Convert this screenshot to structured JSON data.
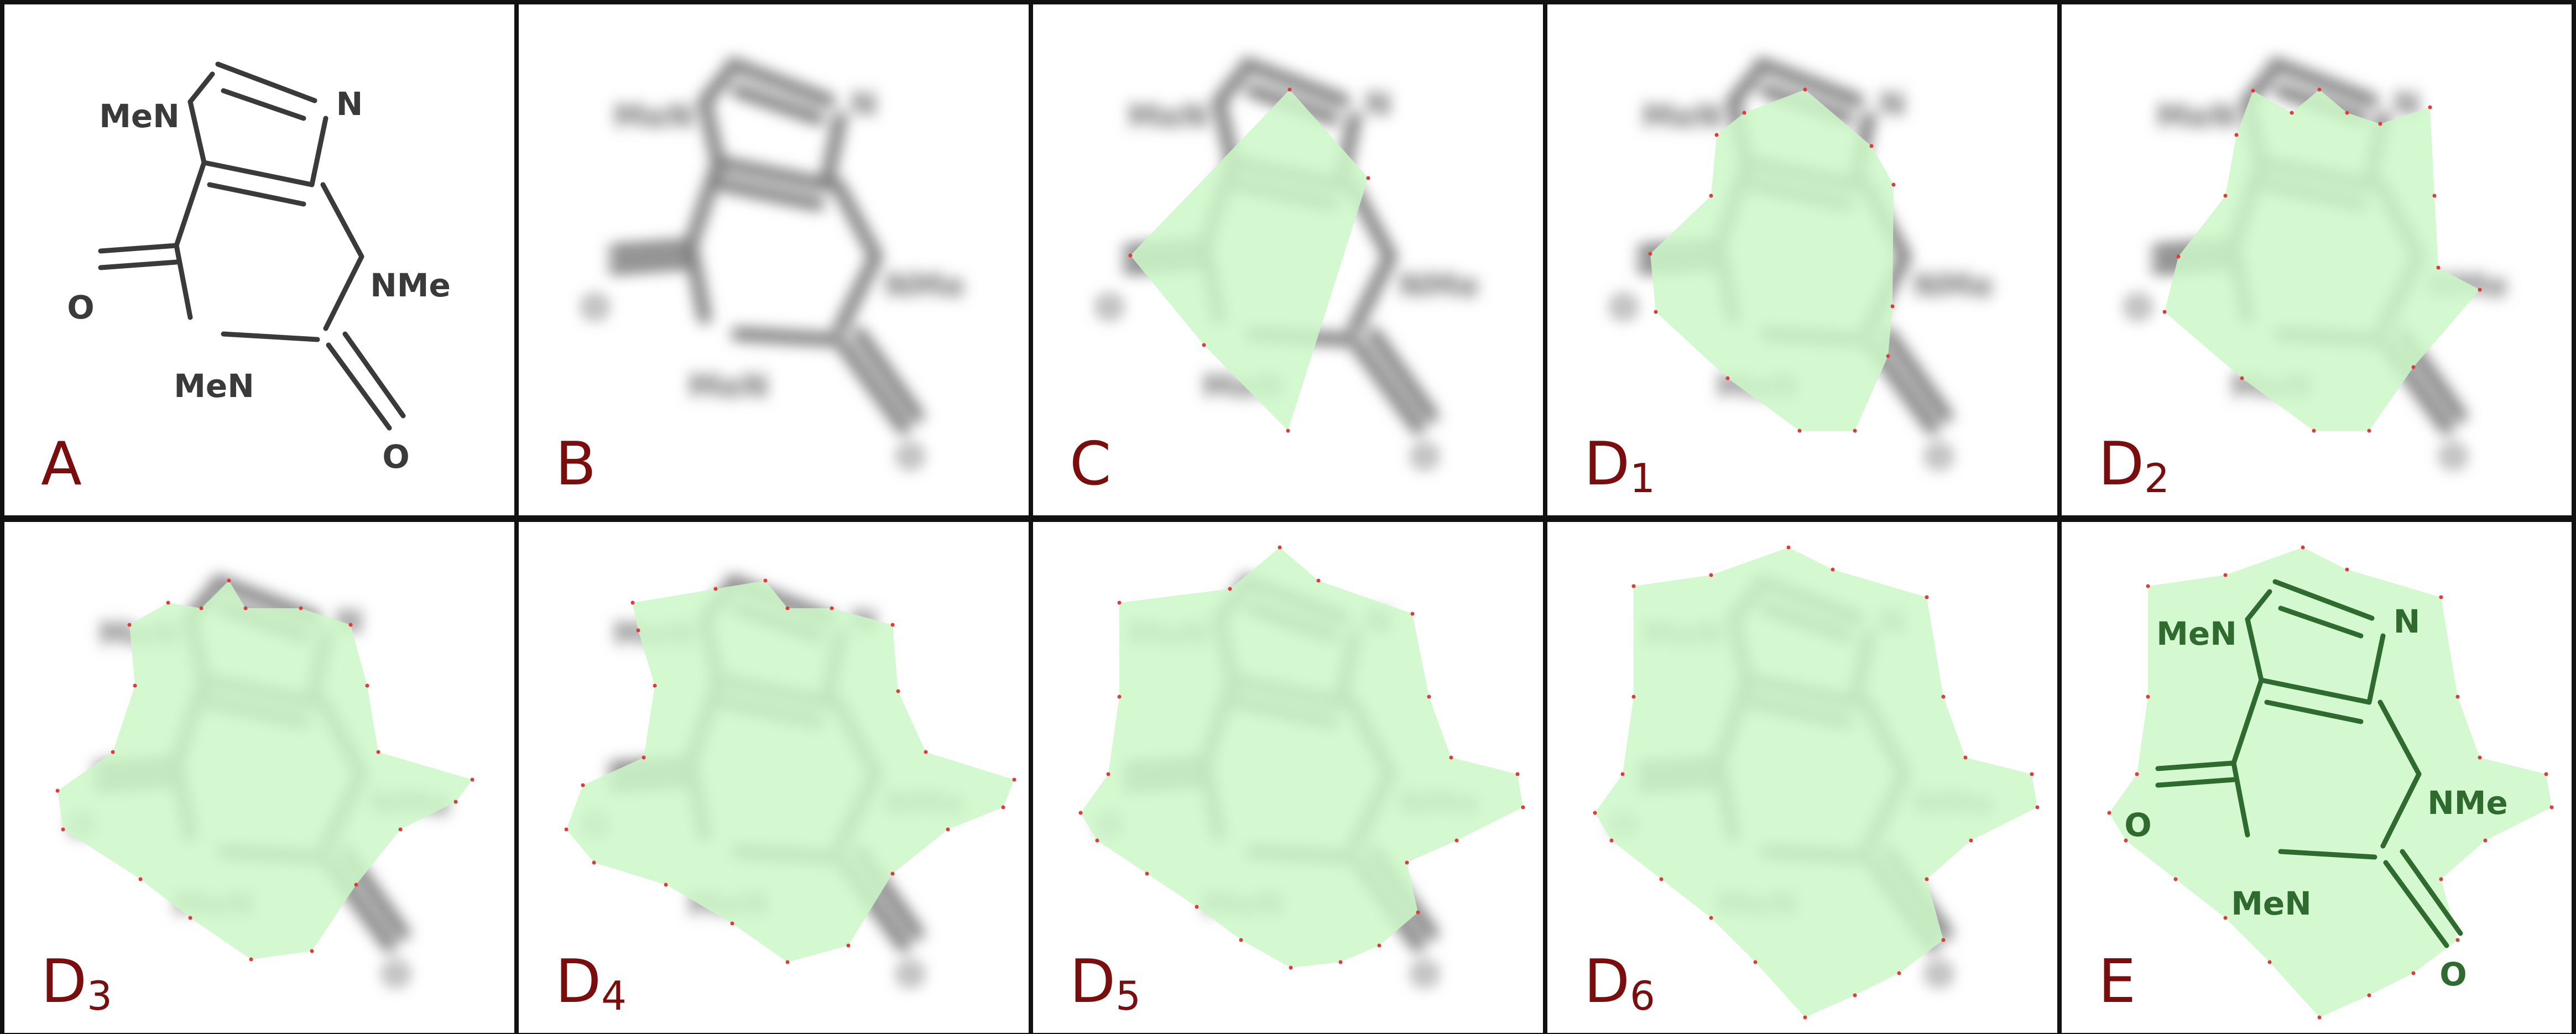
{
  "panels": [
    {
      "label": "A",
      "sub": "",
      "mode": "sharp",
      "step": -1
    },
    {
      "label": "B",
      "sub": "",
      "mode": "blur",
      "step": -1
    },
    {
      "label": "C",
      "sub": "",
      "mode": "blur",
      "step": 0
    },
    {
      "label": "D",
      "sub": "1",
      "mode": "blur",
      "step": 1
    },
    {
      "label": "D",
      "sub": "2",
      "mode": "blur",
      "step": 2
    },
    {
      "label": "D",
      "sub": "3",
      "mode": "blur",
      "step": 3
    },
    {
      "label": "D",
      "sub": "4",
      "mode": "blur",
      "step": 4
    },
    {
      "label": "D",
      "sub": "5",
      "mode": "blur",
      "step": 5
    },
    {
      "label": "D",
      "sub": "6",
      "mode": "blur",
      "step": 6
    },
    {
      "label": "E",
      "sub": "",
      "mode": "final",
      "step": 6
    }
  ],
  "atoms": [
    "MeN",
    "N",
    "NMe",
    "O",
    "MeN",
    "O"
  ],
  "colors": {
    "border": "#111111",
    "label": "#7a0e0e",
    "molecule": "#3a3a3a",
    "blurred_molecule": "#7a7a7a",
    "final_molecule": "#2f6a2f",
    "region_fill": "#ccf7c8",
    "vertex_dot": "#e23a3a"
  }
}
